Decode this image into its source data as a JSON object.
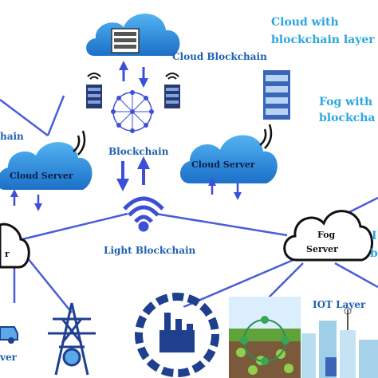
{
  "labels": {
    "cloud_blockchain": "Cloud Blockchain",
    "cloud_with_blockchain_line1": "Cloud with",
    "cloud_with_blockchain_line2": "blockchain layer",
    "fog_with_line1": "Fog with",
    "fog_with_line2": "blockcha",
    "left_chain_fragment": "hain",
    "blockchain": "Blockchain",
    "cloud_server_left": "Cloud Server",
    "cloud_server_right": "Cloud Server",
    "light_blockchain": "Light Blockchain",
    "fog_server_fog": "Fog",
    "fog_server_server": "Server",
    "right_fragment_1": "I",
    "right_fragment_2": "b",
    "left_fog_fragment": "r",
    "left_bottom_fragment": "ver",
    "iot_layer": "IOT Layer"
  },
  "colors": {
    "cloud_fill": "#1f7fd6",
    "cloud_fill_light": "#3aa0ea",
    "arrow_blue": "#3d4fd6",
    "line_blue": "#4b5cd8",
    "label_blue": "#1e5fb0",
    "label_cyan": "#2aa7e0"
  },
  "icons": [
    "server-rack-icon",
    "wifi-icon",
    "blockchain-network-icon",
    "signal-tower-icon",
    "transmission-tower-icon",
    "factory-gear-icon",
    "smart-farm-icon",
    "smart-city-icon",
    "vehicle-icon"
  ]
}
